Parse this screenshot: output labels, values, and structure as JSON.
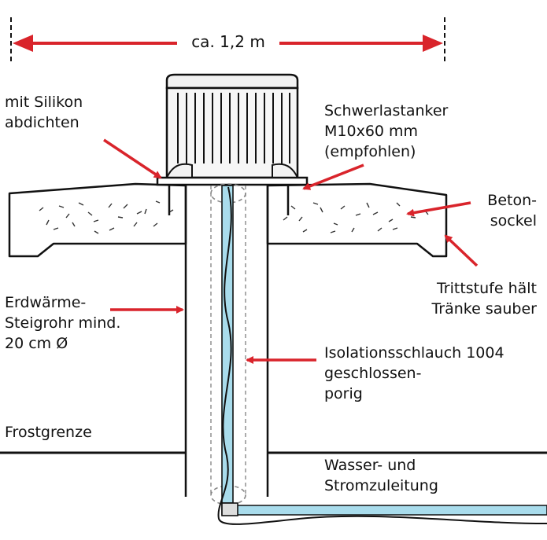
{
  "dimension": {
    "text": "ca. 1,2 m"
  },
  "labels": {
    "silikon": "mit Silikon\nabdichten",
    "anker": "Schwerlastanker\nM10x60 mm\n(empfohlen)",
    "sockel": "Beton-\nsockel",
    "trittstufe": "Trittstufe hält\nTränke sauber",
    "steigrohr": "Erdwärme-\nSteigrohr mind.\n20 cm Ø",
    "schlauch": "Isolationsschlauch 1004\ngeschlossen-\nporig",
    "frostgrenze": "Frostgrenze",
    "zuleitung": "Wasser- und\nStromzuleitung"
  },
  "colors": {
    "arrow": "#d9242b",
    "line": "#111111",
    "water": "#a9dcec",
    "housing": "#f2f2f2"
  }
}
